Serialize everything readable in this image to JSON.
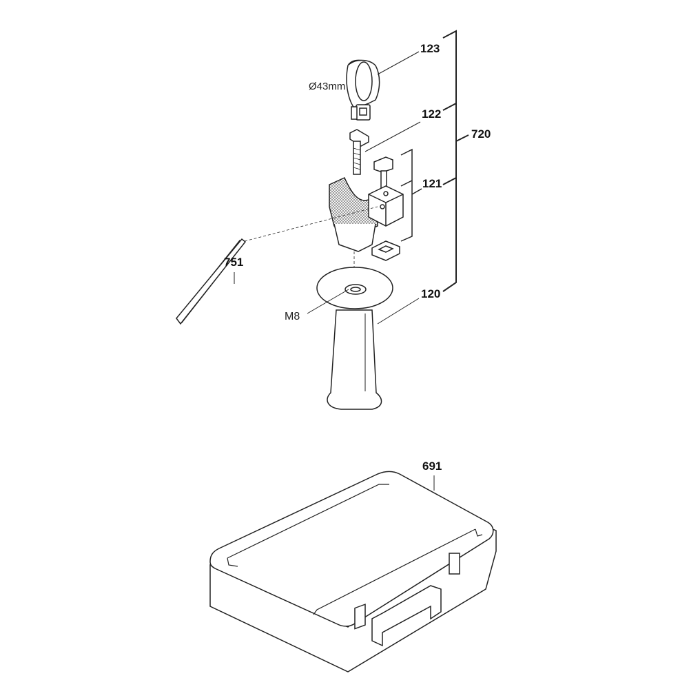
{
  "diagram": {
    "type": "exploded-parts-diagram",
    "parts": {
      "p123": {
        "number": "123",
        "description_label": "Ø43mm"
      },
      "p122": {
        "number": "122"
      },
      "p121": {
        "number": "121"
      },
      "p120": {
        "number": "120",
        "thread_label": "M8"
      },
      "p751": {
        "number": "751"
      },
      "p720": {
        "number": "720"
      },
      "p691": {
        "number": "691"
      }
    },
    "groups": [
      {
        "group": "720",
        "members": [
          "123",
          "122",
          "121",
          "120"
        ]
      }
    ],
    "colors": {
      "line": "#222222",
      "background": "#ffffff",
      "hatch": "#555555"
    }
  }
}
